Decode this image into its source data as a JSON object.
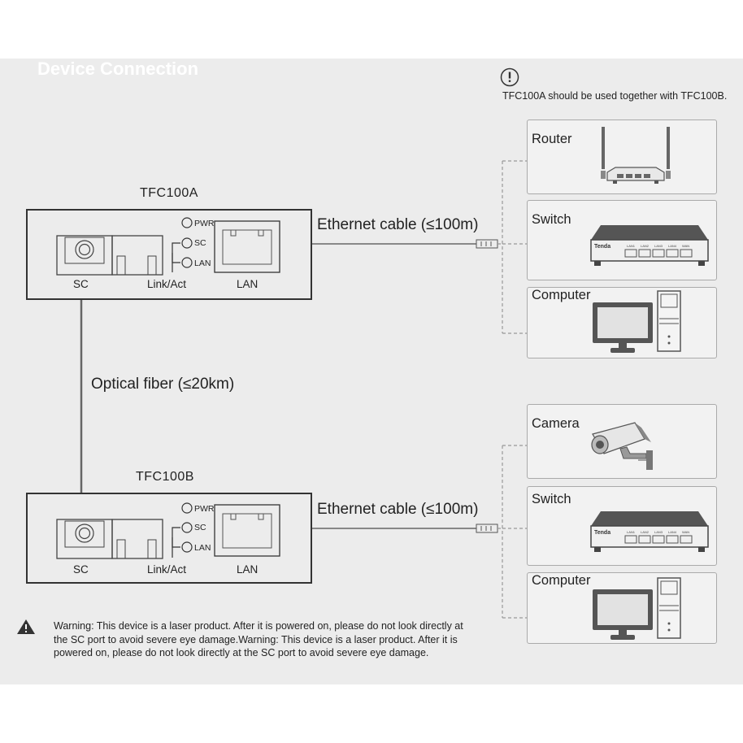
{
  "title": "Device Connection",
  "note": "TFC100A should be used together with TFC100B.",
  "device_a": {
    "name": "TFC100A",
    "leds": [
      "PWR",
      "SC",
      "LAN"
    ],
    "port_labels": {
      "sc": "SC",
      "link": "Link/Act",
      "lan": "LAN"
    }
  },
  "device_b": {
    "name": "TFC100B",
    "leds": [
      "PWR",
      "SC",
      "LAN"
    ],
    "port_labels": {
      "sc": "SC",
      "link": "Link/Act",
      "lan": "LAN"
    }
  },
  "cable_a": "Ethernet cable (≤100m)",
  "cable_b": "Ethernet cable (≤100m)",
  "fiber": "Optical fiber (≤20km)",
  "targets_a": [
    "Router",
    "Switch",
    "Computer"
  ],
  "targets_b": [
    "Camera",
    "Switch",
    "Computer"
  ],
  "switch_brand": "Tenda",
  "switch_ports": [
    "LAN1",
    "LAN2",
    "LAN3",
    "LAN4",
    "WAN"
  ],
  "warning": "Warning: This device is a laser product. After it is powered on, please do not look directly at the SC port to avoid severe eye damage.Warning: This device is a laser product. After it is powered on, please do not look directly at the SC port to avoid severe eye damage.",
  "icons": [
    "info-icon",
    "warning-icon"
  ],
  "colors": {
    "panel": "#ececec",
    "line": "#666666",
    "dashed": "#999999"
  }
}
